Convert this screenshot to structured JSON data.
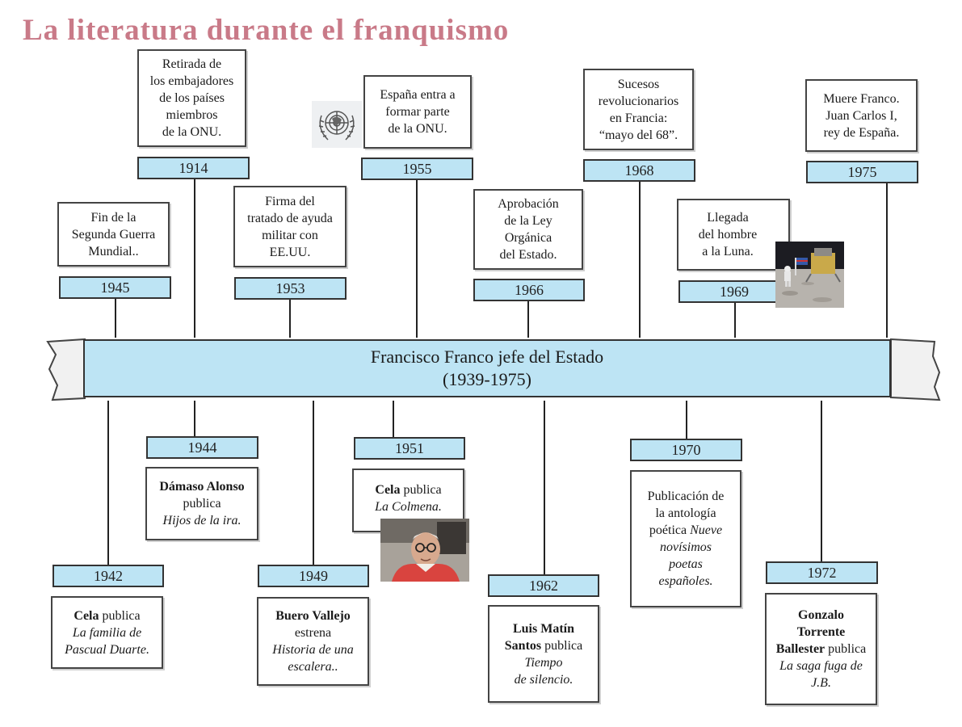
{
  "title": "La literatura durante el franquismo",
  "banner": {
    "line1": "Francisco Franco jefe del Estado",
    "line2": "(1939-1975)"
  },
  "events_top": [
    {
      "year": "1914",
      "lines": [
        "Retirada de",
        "los embajadores",
        "de los países",
        "miembros",
        "de la ONU."
      ]
    },
    {
      "year": "1945",
      "lines": [
        "Fin de la",
        "Segunda Guerra",
        "Mundial.."
      ]
    },
    {
      "year": "1953",
      "lines": [
        "Firma del",
        "tratado de ayuda",
        "militar con",
        "EE.UU."
      ]
    },
    {
      "year": "1955",
      "lines": [
        "España entra a",
        "formar parte",
        "de la ONU."
      ]
    },
    {
      "year": "1966",
      "lines": [
        "Aprobación",
        "de la Ley",
        "Orgánica",
        "del Estado."
      ]
    },
    {
      "year": "1968",
      "lines": [
        "Sucesos",
        "revolucionarios",
        "en Francia:",
        "“mayo del 68”."
      ]
    },
    {
      "year": "1969",
      "lines": [
        "Llegada",
        "del hombre",
        "a la Luna."
      ]
    },
    {
      "year": "1975",
      "lines": [
        "Muere Franco.",
        "Juan Carlos I,",
        "rey de España."
      ]
    }
  ],
  "events_bottom": [
    {
      "year": "1942",
      "author": "Cela",
      "verb": "publica",
      "work": [
        "La familia de",
        "Pascual Duarte."
      ]
    },
    {
      "year": "1944",
      "author": "Dámaso Alonso",
      "verb": "publica",
      "work": [
        "Hijos de la ira."
      ]
    },
    {
      "year": "1949",
      "author": "Buero Vallejo",
      "verb": "estrena",
      "work": [
        "Historia de una",
        "escalera.."
      ]
    },
    {
      "year": "1951",
      "author": "Cela",
      "verb": "publica",
      "work": [
        "La Colmena."
      ]
    },
    {
      "year": "1962",
      "author_lines": [
        "Luis Matín",
        "Santos"
      ],
      "verb": "publica",
      "work": [
        "Tiempo",
        "de silencio."
      ]
    },
    {
      "year": "1970",
      "lines": [
        "Publicación de",
        "la antología",
        "poética"
      ],
      "work_inline": "Nueve",
      "work": [
        "novísimos",
        "poetas",
        "españoles."
      ]
    },
    {
      "year": "1972",
      "author_lines": [
        "Gonzalo",
        "Torrente",
        "Ballester"
      ],
      "verb": "publica",
      "work": [
        "La saga fuga de",
        "J.B."
      ]
    }
  ],
  "images": {
    "un_emblem": "un-emblem-icon",
    "moon_landing": "moon-landing-photo",
    "cela_portrait": "cela-portrait-photo"
  },
  "colors": {
    "title": "#c97a88",
    "year_fill": "#bde4f4",
    "banner_fill": "#bde4f4"
  }
}
